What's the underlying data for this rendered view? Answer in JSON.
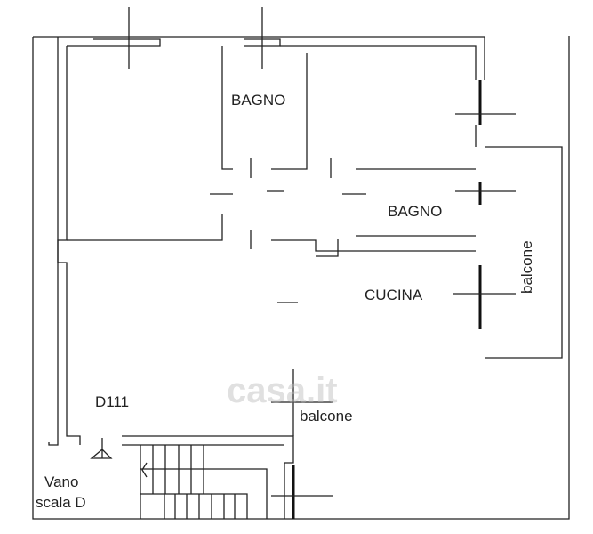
{
  "rooms": {
    "bagno_top": "BAGNO",
    "bagno_right": "BAGNO",
    "cucina": "CUCINA",
    "balcone_right": "balcone",
    "balcone_bottom": "balcone",
    "unit": "D111",
    "stair_line1": "Vano",
    "stair_line2": "scala D"
  },
  "watermark": "casa.it"
}
